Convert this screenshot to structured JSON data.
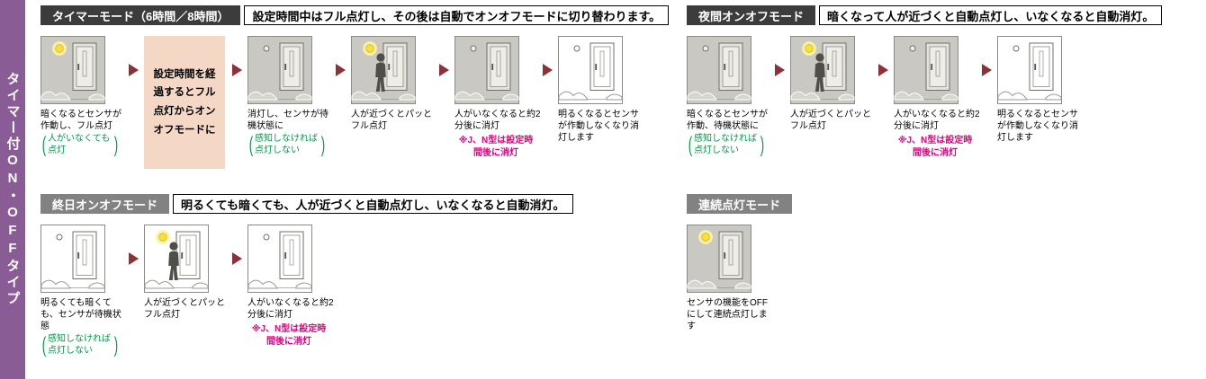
{
  "sidebar": {
    "label": "タイマー付ON・OFFタイプ"
  },
  "colors": {
    "sidebar_purple": "#8a5c96",
    "arrow_red": "#8e3038",
    "note_green": "#009945",
    "note_pink": "#e4007f",
    "textbox_peach": "#f4d8c5",
    "night_bg": "#c9c8c3",
    "header_dark": "#3c3c3c",
    "header_gray": "#828282"
  },
  "sections": [
    {
      "title": "タイマーモード（6時間／8時間）",
      "header_bg": "#3c3c3c",
      "description": "設定時間中はフル点灯し、その後は自動でオンオフモードに切り替わります。",
      "steps": [
        {
          "icon": "door-night-lamp-on",
          "caption": "暗くなるとセンサが作動し、フル点灯",
          "note_green": "人がいなくても点灯"
        },
        {
          "textbox": "設定時間を経過するとフル点灯からオンオフモードに"
        },
        {
          "icon": "door-night-lamp-off",
          "caption": "消灯し、センサが待機状態に",
          "note_green": "感知しなければ点灯しない"
        },
        {
          "icon": "door-night-person-lamp-on",
          "caption": "人が近づくとパッとフル点灯"
        },
        {
          "icon": "door-night-lamp-off",
          "caption": "人がいなくなると約2分後に消灯",
          "note_pink": "※J、N型は設定時間後に消灯"
        },
        {
          "icon": "door-day-lamp-off",
          "caption": "明るくなるとセンサが作動しなくなり消灯します"
        }
      ]
    },
    {
      "title": "夜間オンオフモード",
      "header_bg": "#3c3c3c",
      "description": "暗くなって人が近づくと自動点灯し、いなくなると自動消灯。",
      "steps": [
        {
          "icon": "door-night-lamp-off",
          "caption": "暗くなるとセンサが作動、待機状態に",
          "note_green": "感知しなければ点灯しない"
        },
        {
          "icon": "door-night-person-lamp-on",
          "caption": "人が近づくとパッとフル点灯"
        },
        {
          "icon": "door-night-lamp-off",
          "caption": "人がいなくなると約2分後に消灯",
          "note_pink": "※J、N型は設定時間後に消灯"
        },
        {
          "icon": "door-day-lamp-off",
          "caption": "明るくなるとセンサが作動しなくなり消灯します"
        }
      ]
    },
    {
      "title": "終日オンオフモード",
      "header_bg": "#828282",
      "description": "明るくても暗くても、人が近づくと自動点灯し、いなくなると自動消灯。",
      "steps": [
        {
          "icon": "door-day-lamp-off",
          "caption": "明るくても暗くても、センサが待機状態",
          "note_green": "感知しなければ点灯しない"
        },
        {
          "icon": "door-day-person-lamp-on",
          "caption": "人が近づくとパッとフル点灯"
        },
        {
          "icon": "door-day-lamp-off",
          "caption": "人がいなくなると約2分後に消灯",
          "note_pink": "※J、N型は設定時間後に消灯"
        }
      ]
    },
    {
      "title": "連続点灯モード",
      "header_bg": "#828282",
      "description": "",
      "steps": [
        {
          "icon": "door-night-lamp-on",
          "caption": "センサの機能をOFFにして連続点灯します"
        }
      ]
    }
  ]
}
